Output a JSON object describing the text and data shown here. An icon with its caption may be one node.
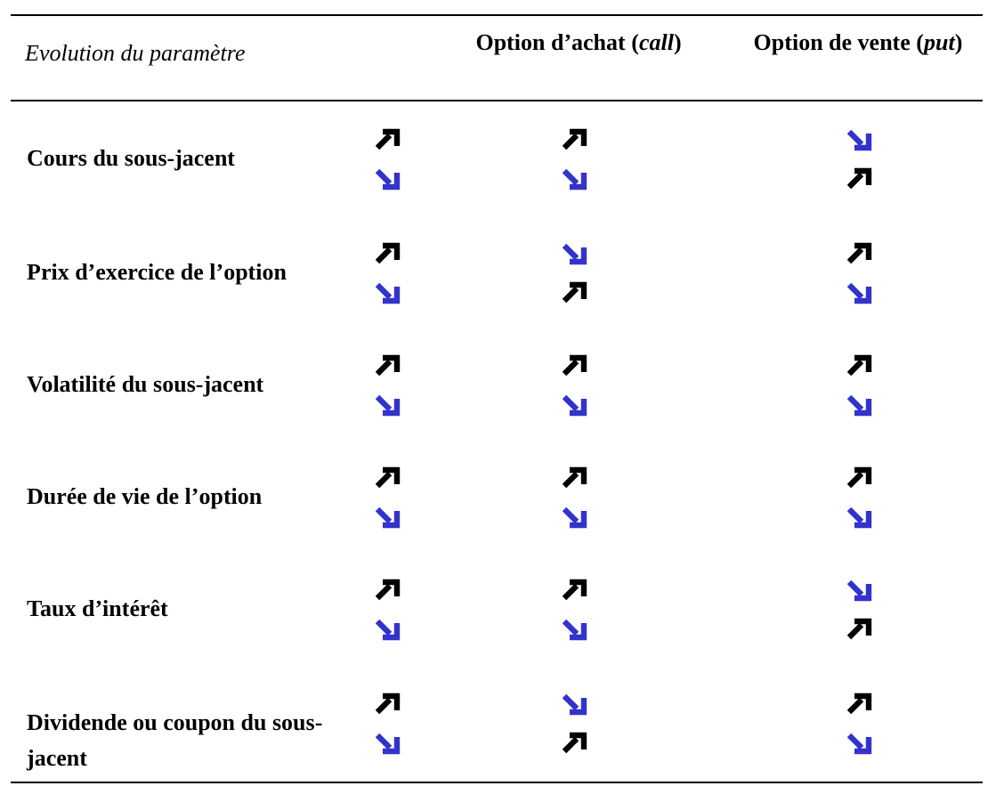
{
  "diagram": {
    "labels": [
      "Evolution du paramètre",
      "Option d’achat (*call*)",
      "Option de vente (*put*)",
      "Cours du sous-jacent",
      "Prix d’exercice de l’option",
      "Volatilité du sous-jacent",
      "Durée de vie de l’option",
      "Taux d’intérêt",
      "Dividende ou coupon du sous-jacent"
    ]
  }
}
